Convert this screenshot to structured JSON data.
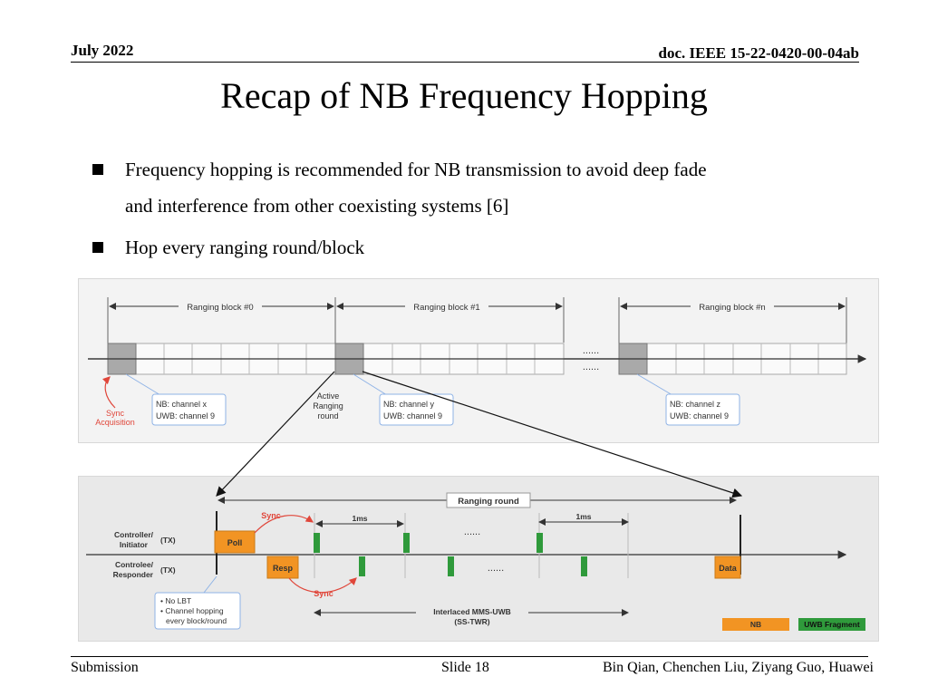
{
  "header": {
    "date": "July 2022",
    "doc": "doc. IEEE 15-22-0420-00-04ab"
  },
  "title": "Recap of NB Frequency Hopping",
  "bullets": [
    {
      "line1": "Frequency hopping is recommended for NB transmission to avoid deep fade",
      "line2": "and interference from other coexisting systems [6]"
    },
    {
      "line1": "Hop every ranging round/block"
    }
  ],
  "fig1": {
    "blocks": [
      "Ranging block #0",
      "Ranging block #1",
      "Ranging block #n"
    ],
    "dots": "......",
    "sync_line1": "Sync",
    "sync_line2": "Acquisition",
    "active_line1": "Active",
    "active_line2": "Ranging",
    "active_line3": "round",
    "callouts": [
      {
        "nb": "NB: channel x",
        "uwb": "UWB: channel 9"
      },
      {
        "nb": "NB: channel y",
        "uwb": "UWB: channel 9"
      },
      {
        "nb": "NB: channel z",
        "uwb": "UWB: channel 9"
      }
    ]
  },
  "fig2": {
    "ranging_round": "Ranging round",
    "controller_line1": "Controller/",
    "controller_line2": "Initiator",
    "controlee_line1": "Controlee/",
    "controlee_line2": "Responder",
    "tx": "(TX)",
    "poll": "Poll",
    "resp": "Resp",
    "data": "Data",
    "sync": "Sync",
    "one_ms": "1ms",
    "dots": "......",
    "notes": [
      "• No LBT",
      "• Channel hopping",
      "every block/round"
    ],
    "interlaced_line1": "Interlaced MMS-UWB",
    "interlaced_line2": "(SS-TWR)",
    "legend_nb": "NB",
    "legend_uwb": "UWB Fragment"
  },
  "footer": {
    "left": "Submission",
    "center": "Slide 18",
    "right": "Bin Qian, Chenchen Liu, Ziyang Guo, Huawei"
  },
  "colors": {
    "orange": "#f29423",
    "green": "#2f9a3b",
    "red": "#e0463a",
    "blue": "#8fb3e6",
    "gray": "#a9a9a9"
  }
}
